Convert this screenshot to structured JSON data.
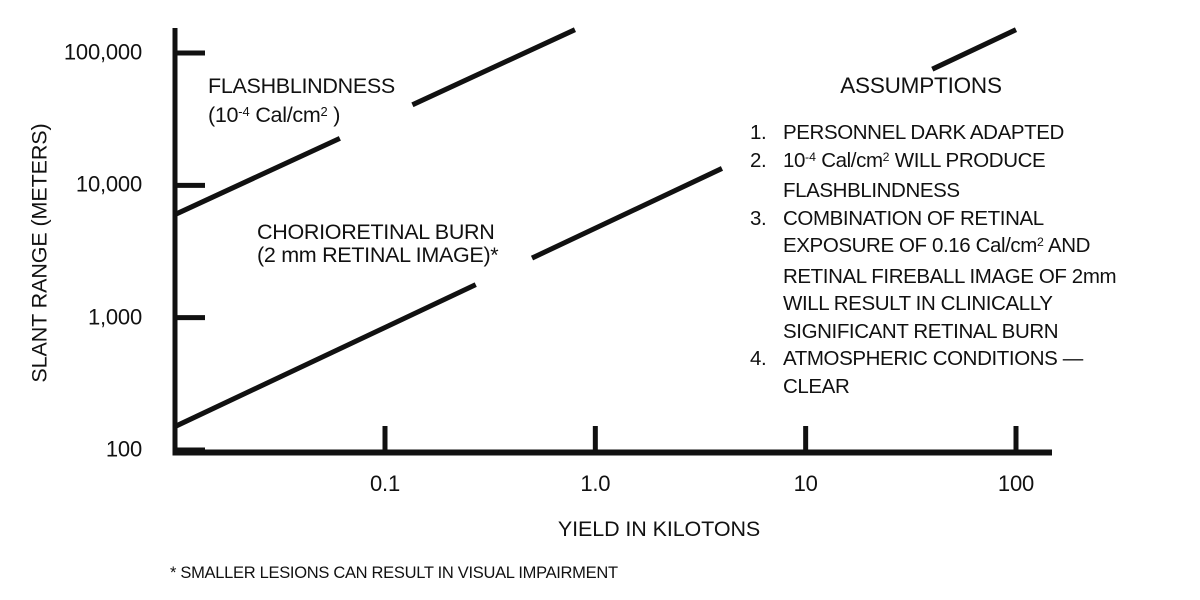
{
  "page": {
    "background": "#ffffff",
    "ink": "#111111"
  },
  "chart_data": {
    "type": "line",
    "title": "",
    "xlabel": "YIELD IN KILOTONS",
    "ylabel": "SLANT RANGE (METERS)",
    "x_scale": "log",
    "y_scale": "log",
    "xlim": [
      0.01,
      150
    ],
    "ylim": [
      95,
      150000
    ],
    "grid": false,
    "legend": "inline-labels",
    "x_ticks": [
      {
        "value": 0.1,
        "label": "0.1"
      },
      {
        "value": 1,
        "label": "1.0"
      },
      {
        "value": 10,
        "label": "10"
      },
      {
        "value": 100,
        "label": "100"
      }
    ],
    "y_ticks": [
      {
        "value": 100,
        "label": "100"
      },
      {
        "value": 1000,
        "label": "1,000"
      },
      {
        "value": 10000,
        "label": "10,000"
      },
      {
        "value": 100000,
        "label": "100,000"
      }
    ],
    "series": [
      {
        "id": "flashblindness",
        "name": "FLASHBLINDNESS (10^-4 Cal/cm^2)",
        "points": [
          {
            "x": 0.01,
            "y": 6000
          },
          {
            "x": 0.8,
            "y": 150000
          }
        ],
        "draw_segments_x": [
          [
            0.01,
            0.061
          ],
          [
            0.135,
            0.8
          ]
        ]
      },
      {
        "id": "chorioretinal-burn",
        "name": "CHORIORETINAL BURN (2 mm RETINAL IMAGE)",
        "points": [
          {
            "x": 0.01,
            "y": 150
          },
          {
            "x": 100,
            "y": 150000
          }
        ],
        "draw_segments_x": [
          [
            0.01,
            0.27
          ],
          [
            0.5,
            4.0
          ],
          [
            40,
            100
          ]
        ]
      }
    ],
    "footnote": "* SMALLER LESIONS CAN RESULT IN VISUAL IMPAIRMENT"
  },
  "series_labels": {
    "flashblindness": {
      "lines": [
        [
          {
            "t": "FLASHBLINDNESS"
          }
        ],
        [
          {
            "t": "(10"
          },
          {
            "t": "-4",
            "sup": true
          },
          {
            "t": "  Cal/cm"
          },
          {
            "t": "2",
            "sup": true
          },
          {
            "t": " )"
          }
        ]
      ]
    },
    "chorioretinal": {
      "lines": [
        [
          {
            "t": "CHORIORETINAL BURN"
          }
        ],
        [
          {
            "t": "(2 mm RETINAL IMAGE)*"
          }
        ]
      ]
    }
  },
  "assumptions": {
    "title": "ASSUMPTIONS",
    "items": [
      {
        "num": "1.",
        "lines": [
          [
            {
              "t": "PERSONNEL DARK ADAPTED"
            }
          ]
        ]
      },
      {
        "num": "2.",
        "lines": [
          [
            {
              "t": "10"
            },
            {
              "t": "-4",
              "sup": true
            },
            {
              "t": " Cal/cm"
            },
            {
              "t": "2",
              "sup": true
            },
            {
              "t": "  WILL PRODUCE"
            }
          ],
          [
            {
              "t": "FLASHBLINDNESS"
            }
          ]
        ]
      },
      {
        "num": "3.",
        "lines": [
          [
            {
              "t": "COMBINATION OF RETINAL"
            }
          ],
          [
            {
              "t": "EXPOSURE OF 0.16 Cal/cm"
            },
            {
              "t": "2",
              "sup": true
            },
            {
              "t": " AND"
            }
          ],
          [
            {
              "t": "RETINAL FIREBALL IMAGE OF 2mm"
            }
          ],
          [
            {
              "t": "WILL RESULT IN CLINICALLY"
            }
          ],
          [
            {
              "t": "SIGNIFICANT RETINAL BURN"
            }
          ]
        ]
      },
      {
        "num": "4.",
        "lines": [
          [
            {
              "t": "ATMOSPHERIC CONDITIONS —"
            }
          ],
          [
            {
              "t": "CLEAR"
            }
          ]
        ]
      }
    ]
  }
}
